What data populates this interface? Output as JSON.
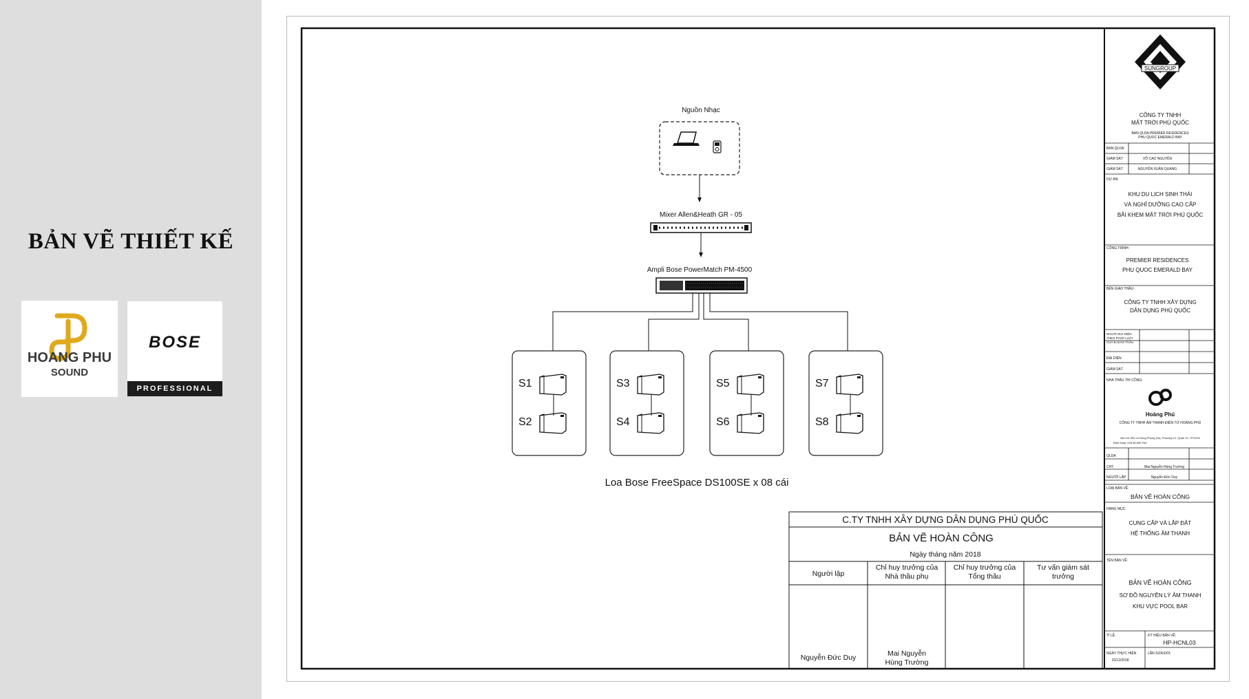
{
  "sidebar": {
    "title": "BẢN VẼ THIẾT KẾ",
    "hp_logo": {
      "name": "HOANG PHU",
      "tagline": "SOUND",
      "accent": "#e0a81c"
    },
    "bose_logo": {
      "brand": "BOSE",
      "band": "PROFESSIONAL"
    }
  },
  "diagram": {
    "source_label": "Nguồn Nhạc",
    "mixer_label": "Mixer Allen&Heath GR - 05",
    "amp_label": "Ampli Bose PowerMatch PM-4500",
    "speakers": [
      "S1",
      "S2",
      "S3",
      "S4",
      "S5",
      "S6",
      "S7",
      "S8"
    ],
    "caption": "Loa Bose FreeSpace DS100SE x 08 cái"
  },
  "title_block": {
    "company": "C.TY TNHH XÂY DỰNG DÂN DỤNG PHÚ QUỐC",
    "doc_title": "BẢN VẼ HOÀN CÔNG",
    "date_line": "Ngày      tháng      năm 2018",
    "col1": "Người lập",
    "col2a": "Chỉ huy trưởng của",
    "col2b": "Nhà thầu phụ",
    "col3a": "Chỉ huy trưởng của",
    "col3b": "Tổng thầu",
    "col4a": "Tư vấn giám sát",
    "col4b": "trưởng",
    "sig1": "Nguyễn Đức Duy",
    "sig2a": "Mai Nguyễn",
    "sig2b": "Hùng Trường"
  },
  "right_panel": {
    "sungroup": "SUNGROUP",
    "company1": "CÔNG TY TNHH",
    "company2": "MẶT TRỜI PHÚ QUỐC",
    "sub1": "BAN QLDA PREMIER RESIDENCES",
    "sub2": "PHU QUOC EMERALD BAY",
    "ban_qlda": "BAN QLDA",
    "giam_sat": "GIÁM SÁT",
    "gs1": "VÕ CAO NGUYÊN",
    "gs2": "NGUYỄN XUÂN QUANG",
    "du_an": "DỰ ÁN:",
    "da1": "KHU DU LỊCH SINH THÁI",
    "da2": "VÀ NGHỈ DƯỠNG CAO CẤP",
    "da3": "BÃI KHEM MẶT TRỜI PHÚ QUỐC",
    "cong_trinh": "CÔNG TRÌNH:",
    "ct1": "PREMIER RESIDENCES",
    "ct2": "PHU QUOC EMERALD BAY",
    "ben_giao": "BÊN GIAO THẦU:",
    "bg1": "CÔNG TY TNHH XÂY DỰNG",
    "bg2": "DÂN DỤNG PHÚ QUỐC",
    "nguoi_dai_dien1": "NGƯỜI ĐẠI DIỆN",
    "nguoi_dai_dien2": "THEO PHÁP LUẬT",
    "nguoi_dai_dien3": "CỦA B.GIAO THẦU",
    "dai_dien": "ĐẠI DIỆN",
    "nha_thau": "NHÀ THẦU THI CÔNG:",
    "hp_name": "Hoàng Phú",
    "hp_company": "CÔNG TY TNHH ÂM THANH ĐIỆN TỬ HOÀNG PHÚ",
    "hp_addr": "Địa chỉ: 803 Lê Hồng Phong (nd), Phường 12, Quận 10, TP.HCM",
    "hp_phone": "Điện thoại: 028 38 600 FAX",
    "qlda": "QLDA",
    "cht": "CHT",
    "cht_name": "Mai Nguyễn Hùng Trường",
    "nguoi_lap": "NGƯỜI LẬP",
    "nl_name": "Nguyễn Đức Duy",
    "loai_ban_ve": "LOẠI BẢN VẼ:",
    "lbv": "BẢN VẼ HOÀN CÔNG",
    "hang_muc": "HẠNG MỤC:",
    "hm1": "CUNG CẤP VÀ LẮP ĐẶT",
    "hm2": "HỆ THỐNG ÂM THANH",
    "ten_ban_ve": "TÊN BẢN VẼ:",
    "tbv1": "BẢN VẼ HOÀN CÔNG",
    "tbv2": "SƠ ĐỒ NGUYÊN LÝ ÂM THANH",
    "tbv3": "KHU VỰC POOL BAR",
    "ti_le": "TỈ LỆ:",
    "ky_hieu": "KÝ HIỆU BẢN VẼ:",
    "ky_hieu_val": "HP-HCNL03",
    "ngay_th": "NGÀY THỰC HIỆN",
    "ngay_val": "15/12/2018",
    "lan_sua": "LẦN SỬA ĐỔI:"
  }
}
